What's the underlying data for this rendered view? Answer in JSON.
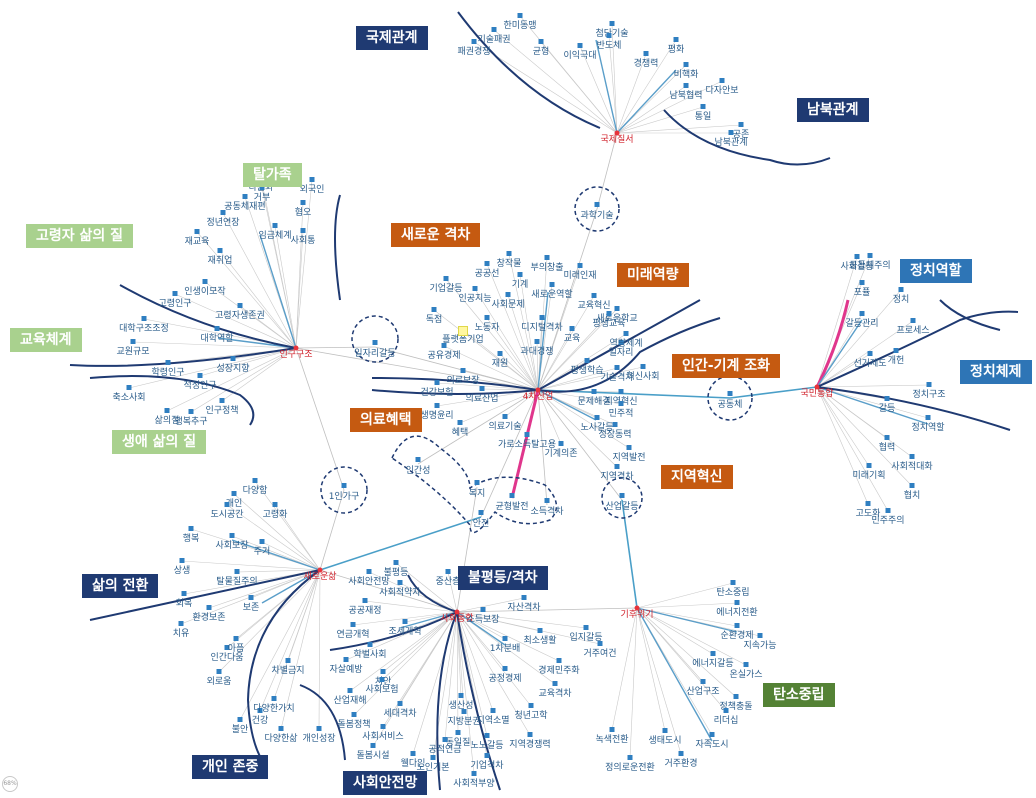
{
  "categories": {
    "international": "국제관계",
    "inter_korean": "남북관계",
    "north_defectors": "탈가족",
    "elderly_quality": "고령자 삶의 질",
    "education": "교육체계",
    "life_quality": "생애 삶의 질",
    "new_gap": "새로운 격차",
    "future_capacity": "미래역량",
    "political_role": "정치역할",
    "political_system": "정치체제",
    "human_machine": "인간-기계 조화",
    "medical_benefit": "의료혜택",
    "regional_innovation": "지역혁신",
    "inequality": "불평등/격차",
    "life_transition": "삶의 전환",
    "respect": "개인 존중",
    "safety_net": "사회안전망",
    "carbon_neutral": "탄소중립"
  },
  "hubs": {
    "world_order": "국제질서",
    "population": "인구구조",
    "fourth_ir": "4차산업",
    "unification": "국민통합",
    "new_normal": "새로운삶",
    "social_policy": "사회통합",
    "climate": "기후위기",
    "jobs_gap": "일자리갈등",
    "science_tech": "과학기술",
    "community": "공동체",
    "single_household": "1인가구",
    "industry_conflict": "산업갈등",
    "humanity": "인간성",
    "balanced_dev": "균형발전",
    "income_gap": "소득격차",
    "welfare": "복지",
    "safety": "안전"
  },
  "terms": {
    "world": [
      "한미동맹",
      "첨단기술",
      "기술패권",
      "반도체",
      "패권경쟁",
      "균형",
      "이익극대",
      "경쟁력",
      "평화",
      "비핵화",
      "다자안보",
      "남북협력",
      "통일",
      "공존",
      "남북관계"
    ],
    "population": [
      "다문화",
      "외국인",
      "거부",
      "공동체재편",
      "혐오",
      "정년연장",
      "임금체계",
      "사회통",
      "재교육",
      "재취업",
      "인생이모작",
      "고령인구",
      "고령자생존권",
      "대학구조조정",
      "대학역할",
      "교원규모",
      "학령인구",
      "성장지향",
      "적정인구",
      "축소사회",
      "인구정책",
      "삶의질",
      "행복추구"
    ],
    "fourth": [
      "창작물",
      "부의창출",
      "공공선",
      "기계",
      "기업갈등",
      "인공지능",
      "사회문제",
      "새로운역할",
      "미래인재",
      "교육혁신",
      "새로운학교",
      "독점",
      "노동자",
      "디지털격차",
      "평생교육",
      "플랫폼기업",
      "교육",
      "일자리",
      "역량체계",
      "공유경제",
      "재원",
      "과대경쟁",
      "평생학습",
      "기술격차",
      "혁신사회",
      "의료보장",
      "건강보험",
      "의료산업",
      "지역혁신",
      "문제해결",
      "민주적",
      "생명윤리",
      "의료기술",
      "노사갈등",
      "성장동력",
      "혜택",
      "가로소득탈고용",
      "기계의존",
      "지역발전",
      "지역격차"
    ],
    "political": [
      "사회갈등",
      "공동체주의",
      "포퓰",
      "정치",
      "갈등관리",
      "프로세스",
      "선거제도",
      "개헌",
      "정치구조",
      "갈등",
      "정치역할",
      "협력",
      "미래기획",
      "사회적대화",
      "협치",
      "고도화",
      "민주주의"
    ],
    "life": [
      "다양함",
      "개인",
      "도시공간",
      "고령화",
      "행복",
      "사회보장",
      "주거",
      "상생",
      "탈물질주의",
      "회복",
      "보존",
      "환경보존",
      "치유",
      "인간다움",
      "아픔",
      "외로움",
      "차별금지",
      "불안",
      "건강",
      "다양한가치",
      "다양한삶",
      "개인성장"
    ],
    "social": [
      "불평등",
      "사회안전망",
      "중산층",
      "사회적약자",
      "자산격차",
      "공공재정",
      "조세개혁",
      "소득보장",
      "입지갈등",
      "연금개혁",
      "최소생활",
      "1차분배",
      "거주여건",
      "학벌사회",
      "치안",
      "경제민주화",
      "자살예방",
      "공정경제",
      "사회보험",
      "교육격차",
      "산업재해",
      "생산성",
      "돌봄정책",
      "세대격차",
      "지방분권",
      "지역소멸",
      "청년고학",
      "동일질",
      "노노갈등",
      "지역경쟁력",
      "사회서비스",
      "공적연금",
      "돌봄시설",
      "웰다잉",
      "노인기본",
      "기업격차",
      "사회적부양"
    ],
    "climate": [
      "탄소중립",
      "에너지전환",
      "순환경제",
      "지속가능",
      "에너지갈등",
      "온실가스",
      "산업구조",
      "정책충돌",
      "리더십",
      "녹색전환",
      "생태도시",
      "자족도시",
      "정의로운전환",
      "거주환경"
    ]
  },
  "footer": {
    "zoom_indicator": "68%"
  }
}
